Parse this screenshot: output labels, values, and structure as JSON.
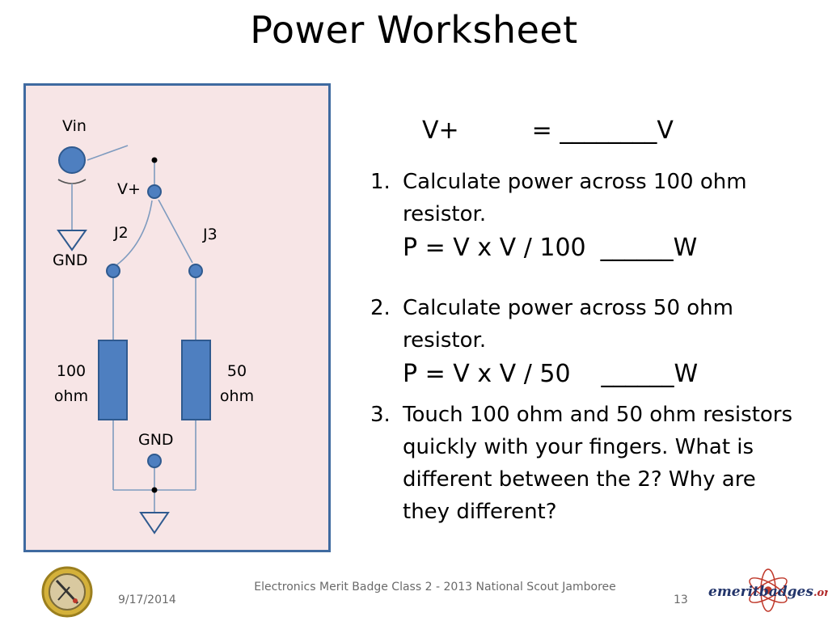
{
  "title": "Power Worksheet",
  "circuit": {
    "labels": {
      "vin": "Vin",
      "vplus": "V+",
      "j2": "J2",
      "j3": "J3",
      "gnd_left": "GND",
      "gnd_bottom": "GND",
      "r1_value": "100",
      "r1_unit": "ohm",
      "r2_value": "50",
      "r2_unit": "ohm"
    },
    "colors": {
      "panel_bg": "#f7e5e6",
      "panel_border": "#3f6aa0",
      "component_fill": "#4e7fc0",
      "component_stroke": "#2f5a8f",
      "wire": "#7f9bbf"
    }
  },
  "worksheet": {
    "vplus_label": "V+",
    "vplus_blank": "= ________V",
    "steps": [
      {
        "number": "1.",
        "text": "Calculate power across 100 ohm resistor.",
        "formula": "P = V x V / 100",
        "blank": "______W"
      },
      {
        "number": "2.",
        "text": "Calculate power across 50 ohm resistor.",
        "formula": "P = V x V / 50",
        "blank": "______W"
      },
      {
        "number": "3.",
        "text": "Touch 100 ohm and 50 ohm resistors quickly with your fingers. What is different between the 2? Why are they different?"
      }
    ]
  },
  "footer": {
    "date": "9/17/2014",
    "center": "Electronics Merit Badge Class 2 - 2013 National Scout Jamboree",
    "page": "13",
    "logo_text": "emeritbadges",
    "logo_domain": ".org"
  }
}
